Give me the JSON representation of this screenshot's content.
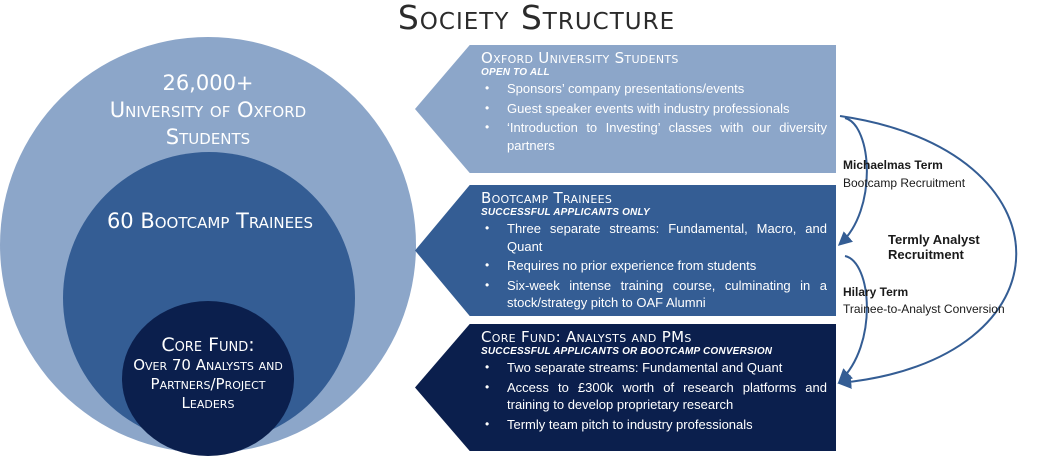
{
  "title": "Society Structure",
  "circles": {
    "outer": {
      "line1": "26,000+",
      "line2": "University of Oxford Students"
    },
    "middle": {
      "text": "60 Bootcamp Trainees"
    },
    "inner": {
      "line1": "Core Fund:",
      "line2": "Over 70 Analysts and Partners/Project Leaders"
    }
  },
  "panels": [
    {
      "title": "Oxford University Students",
      "subtitle": "OPEN TO ALL",
      "bullets": [
        "Sponsors’ company presentations/events",
        "Guest speaker events with industry professionals",
        "‘Introduction to Investing’ classes with our diversity partners"
      ]
    },
    {
      "title": "Bootcamp Trainees",
      "subtitle": "SUCCESSFUL APPLICANTS ONLY",
      "bullets": [
        "Three separate streams: Fundamental, Macro, and Quant",
        "Requires no prior experience from students",
        "Six-week intense training course, culminating in a stock/strategy pitch to OAF Alumni"
      ]
    },
    {
      "title": "Core Fund: Analysts and PMs",
      "subtitle": "SUCCESSFUL APPLICANTS OR BOOTCAMP CONVERSION",
      "bullets": [
        "Two separate streams: Fundamental and Quant",
        "Access to £300k worth of research platforms and training to develop proprietary research",
        "Termly team pitch to industry professionals"
      ]
    }
  ],
  "labels": {
    "michaelmas_term": "Michaelmas Term",
    "bootcamp_recruitment": "Bootcamp Recruitment",
    "hilary_term": "Hilary Term",
    "trainee_conversion": "Trainee-to-Analyst Conversion",
    "termly_recruitment": "Termly Analyst Recruitment"
  },
  "bullet_glyph": "•",
  "colors": {
    "light": "#8ca6c9",
    "mid": "#345d94",
    "dark": "#0b1f4d"
  }
}
